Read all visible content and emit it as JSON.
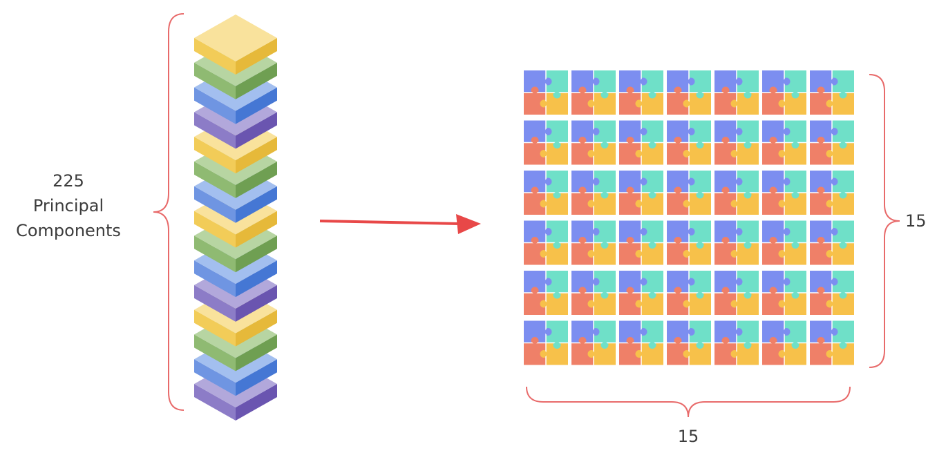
{
  "stack_label": {
    "line1": "225",
    "line2": "Principal",
    "line3": "Components"
  },
  "grid_label_right": "15",
  "grid_label_bottom": "15",
  "stack_layers": [
    "yellow",
    "green",
    "blue",
    "purple",
    "yellow",
    "green",
    "blue",
    "yellow",
    "green",
    "blue",
    "purple",
    "yellow",
    "green",
    "blue",
    "purple"
  ],
  "grid": {
    "columns": 7,
    "rows": 6
  },
  "colors": {
    "yellow": {
      "top": "#f9e29c",
      "left": "#f2cc58",
      "right": "#e6b93a"
    },
    "green": {
      "top": "#b7d5a2",
      "left": "#8fba72",
      "right": "#6f9f52"
    },
    "blue": {
      "top": "#a3bfef",
      "left": "#6f95e2",
      "right": "#4577d4"
    },
    "purple": {
      "top": "#b2a8db",
      "left": "#8c7cc7",
      "right": "#6a55b0"
    },
    "puzzle_blue": "#7c8ef0",
    "puzzle_teal": "#6fe0c8",
    "puzzle_coral": "#ef8068",
    "puzzle_yellow": "#f7c14a",
    "arrow": "#e84848",
    "brace": "#e86a6a",
    "text": "#3c3c3c"
  }
}
